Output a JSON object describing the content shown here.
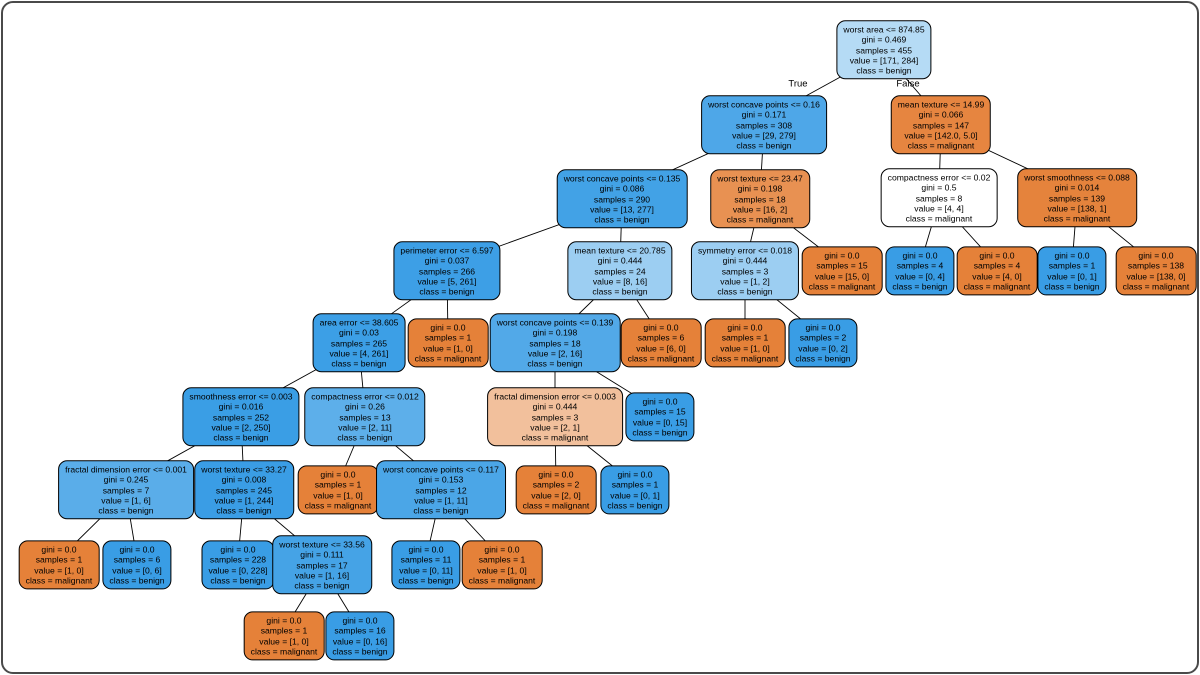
{
  "figure": {
    "background": "#ffffff",
    "frame_color": "#4a4a4a",
    "edge_color": "#000000",
    "text_color": "#000000"
  },
  "palette": {
    "malignant": "#e58139",
    "benign": "#399de5",
    "undecided": "#ffffff"
  },
  "tree": {
    "nodes": [
      {
        "id": "n0",
        "fill": "#b5dbf5",
        "lines": [
          "worst area <= 874.85",
          "gini = 0.469",
          "samples = 455",
          "value = [171, 284]",
          "class = benign"
        ]
      },
      {
        "id": "n1",
        "fill": "#4ea7e8",
        "lines": [
          "worst concave points <= 0.16",
          "gini = 0.171",
          "samples = 308",
          "value = [29, 279]",
          "class = benign"
        ]
      },
      {
        "id": "n2",
        "fill": "#42a2e6",
        "lines": [
          "worst concave points <= 0.135",
          "gini = 0.086",
          "samples = 290",
          "value = [13, 277]",
          "class = benign"
        ]
      },
      {
        "id": "n3",
        "fill": "#3d9fe6",
        "lines": [
          "perimeter error <= 6.597",
          "gini = 0.037",
          "samples = 266",
          "value = [5, 261]",
          "class = benign"
        ]
      },
      {
        "id": "n4",
        "fill": "#3c9fe6",
        "lines": [
          "area error <= 38.605",
          "gini = 0.03",
          "samples = 265",
          "value = [4, 261]",
          "class = benign"
        ]
      },
      {
        "id": "n5",
        "fill": "#3a9ee5",
        "lines": [
          "smoothness error <= 0.003",
          "gini = 0.016",
          "samples = 252",
          "value = [2, 250]",
          "class = benign"
        ]
      },
      {
        "id": "n6",
        "fill": "#5aade9",
        "lines": [
          "fractal dimension error <= 0.001",
          "gini = 0.245",
          "samples = 7",
          "value = [1, 6]",
          "class = benign"
        ]
      },
      {
        "id": "n7",
        "fill": "#e58139",
        "lines": [
          "gini = 0.0",
          "samples = 1",
          "value = [1, 0]",
          "class = malignant"
        ]
      },
      {
        "id": "n8",
        "fill": "#399de5",
        "lines": [
          "gini = 0.0",
          "samples = 6",
          "value = [0, 6]",
          "class = benign"
        ]
      },
      {
        "id": "n9",
        "fill": "#3a9de5",
        "lines": [
          "worst texture <= 33.27",
          "gini = 0.008",
          "samples = 245",
          "value = [1, 244]",
          "class = benign"
        ]
      },
      {
        "id": "n10",
        "fill": "#399de5",
        "lines": [
          "gini = 0.0",
          "samples = 228",
          "value = [0, 228]",
          "class = benign"
        ]
      },
      {
        "id": "n11",
        "fill": "#45a3e6",
        "lines": [
          "worst texture <= 33.56",
          "gini = 0.111",
          "samples = 17",
          "value = [1, 16]",
          "class = benign"
        ]
      },
      {
        "id": "n12",
        "fill": "#e58139",
        "lines": [
          "gini = 0.0",
          "samples = 1",
          "value = [1, 0]",
          "class = malignant"
        ]
      },
      {
        "id": "n13",
        "fill": "#399de5",
        "lines": [
          "gini = 0.0",
          "samples = 16",
          "value = [0, 16]",
          "class = benign"
        ]
      },
      {
        "id": "n14",
        "fill": "#5dafea",
        "lines": [
          "compactness error <= 0.012",
          "gini = 0.26",
          "samples = 13",
          "value = [2, 11]",
          "class = benign"
        ]
      },
      {
        "id": "n15",
        "fill": "#e58139",
        "lines": [
          "gini = 0.0",
          "samples = 1",
          "value = [1, 0]",
          "class = malignant"
        ]
      },
      {
        "id": "n16",
        "fill": "#4ba6e7",
        "lines": [
          "worst concave points <= 0.117",
          "gini = 0.153",
          "samples = 12",
          "value = [1, 11]",
          "class = benign"
        ]
      },
      {
        "id": "n17",
        "fill": "#399de5",
        "lines": [
          "gini = 0.0",
          "samples = 11",
          "value = [0, 11]",
          "class = benign"
        ]
      },
      {
        "id": "n18",
        "fill": "#e58139",
        "lines": [
          "gini = 0.0",
          "samples = 1",
          "value = [1, 0]",
          "class = malignant"
        ]
      },
      {
        "id": "n19",
        "fill": "#e58139",
        "lines": [
          "gini = 0.0",
          "samples = 1",
          "value = [1, 0]",
          "class = malignant"
        ]
      },
      {
        "id": "n20",
        "fill": "#9ccef2",
        "lines": [
          "mean texture <= 20.785",
          "gini = 0.444",
          "samples = 24",
          "value = [8, 16]",
          "class = benign"
        ]
      },
      {
        "id": "n21",
        "fill": "#52a9e8",
        "lines": [
          "worst concave points <= 0.139",
          "gini = 0.198",
          "samples = 18",
          "value = [2, 16]",
          "class = benign"
        ]
      },
      {
        "id": "n22",
        "fill": "#f2c09c",
        "lines": [
          "fractal dimension error <= 0.003",
          "gini = 0.444",
          "samples = 3",
          "value = [2, 1]",
          "class = malignant"
        ]
      },
      {
        "id": "n23",
        "fill": "#e58139",
        "lines": [
          "gini = 0.0",
          "samples = 2",
          "value = [2, 0]",
          "class = malignant"
        ]
      },
      {
        "id": "n24",
        "fill": "#399de5",
        "lines": [
          "gini = 0.0",
          "samples = 1",
          "value = [0, 1]",
          "class = benign"
        ]
      },
      {
        "id": "n25",
        "fill": "#399de5",
        "lines": [
          "gini = 0.0",
          "samples = 15",
          "value = [0, 15]",
          "class = benign"
        ]
      },
      {
        "id": "n26",
        "fill": "#e58139",
        "lines": [
          "gini = 0.0",
          "samples = 6",
          "value = [6, 0]",
          "class = malignant"
        ]
      },
      {
        "id": "n27",
        "fill": "#e89152",
        "lines": [
          "worst texture <= 23.47",
          "gini = 0.198",
          "samples = 18",
          "value = [16, 2]",
          "class = malignant"
        ]
      },
      {
        "id": "n28",
        "fill": "#9ccef2",
        "lines": [
          "symmetry error <= 0.018",
          "gini = 0.444",
          "samples = 3",
          "value = [1, 2]",
          "class = benign"
        ]
      },
      {
        "id": "n29",
        "fill": "#e58139",
        "lines": [
          "gini = 0.0",
          "samples = 1",
          "value = [1, 0]",
          "class = malignant"
        ]
      },
      {
        "id": "n30",
        "fill": "#399de5",
        "lines": [
          "gini = 0.0",
          "samples = 2",
          "value = [0, 2]",
          "class = benign"
        ]
      },
      {
        "id": "n31",
        "fill": "#e58139",
        "lines": [
          "gini = 0.0",
          "samples = 15",
          "value = [15, 0]",
          "class = malignant"
        ]
      },
      {
        "id": "n32",
        "fill": "#e68540",
        "lines": [
          "mean texture <= 14.99",
          "gini = 0.066",
          "samples = 147",
          "value = [142.0, 5.0]",
          "class = malignant"
        ]
      },
      {
        "id": "n33",
        "fill": "#ffffff",
        "lines": [
          "compactness error <= 0.02",
          "gini = 0.5",
          "samples = 8",
          "value = [4, 4]",
          "class = malignant"
        ]
      },
      {
        "id": "n34",
        "fill": "#399de5",
        "lines": [
          "gini = 0.0",
          "samples = 4",
          "value = [0, 4]",
          "class = benign"
        ]
      },
      {
        "id": "n35",
        "fill": "#e58139",
        "lines": [
          "gini = 0.0",
          "samples = 4",
          "value = [4, 0]",
          "class = malignant"
        ]
      },
      {
        "id": "n36",
        "fill": "#e5833c",
        "lines": [
          "worst smoothness <= 0.088",
          "gini = 0.014",
          "samples = 139",
          "value = [138, 1]",
          "class = malignant"
        ]
      },
      {
        "id": "n37",
        "fill": "#399de5",
        "lines": [
          "gini = 0.0",
          "samples = 1",
          "value = [0, 1]",
          "class = benign"
        ]
      },
      {
        "id": "n38",
        "fill": "#e58139",
        "lines": [
          "gini = 0.0",
          "samples = 138",
          "value = [138, 0]",
          "class = malignant"
        ]
      }
    ],
    "edges": [
      {
        "from": "n0",
        "to": "n1",
        "label": "True"
      },
      {
        "from": "n0",
        "to": "n32",
        "label": "False"
      },
      {
        "from": "n1",
        "to": "n2"
      },
      {
        "from": "n1",
        "to": "n27"
      },
      {
        "from": "n2",
        "to": "n3"
      },
      {
        "from": "n2",
        "to": "n20"
      },
      {
        "from": "n3",
        "to": "n4"
      },
      {
        "from": "n3",
        "to": "n19"
      },
      {
        "from": "n4",
        "to": "n5"
      },
      {
        "from": "n4",
        "to": "n14"
      },
      {
        "from": "n5",
        "to": "n6"
      },
      {
        "from": "n5",
        "to": "n9"
      },
      {
        "from": "n6",
        "to": "n7"
      },
      {
        "from": "n6",
        "to": "n8"
      },
      {
        "from": "n9",
        "to": "n10"
      },
      {
        "from": "n9",
        "to": "n11"
      },
      {
        "from": "n11",
        "to": "n12"
      },
      {
        "from": "n11",
        "to": "n13"
      },
      {
        "from": "n14",
        "to": "n15"
      },
      {
        "from": "n14",
        "to": "n16"
      },
      {
        "from": "n16",
        "to": "n17"
      },
      {
        "from": "n16",
        "to": "n18"
      },
      {
        "from": "n20",
        "to": "n21"
      },
      {
        "from": "n20",
        "to": "n26"
      },
      {
        "from": "n21",
        "to": "n22"
      },
      {
        "from": "n21",
        "to": "n25"
      },
      {
        "from": "n22",
        "to": "n23"
      },
      {
        "from": "n22",
        "to": "n24"
      },
      {
        "from": "n27",
        "to": "n28"
      },
      {
        "from": "n27",
        "to": "n31"
      },
      {
        "from": "n28",
        "to": "n29"
      },
      {
        "from": "n28",
        "to": "n30"
      },
      {
        "from": "n32",
        "to": "n33"
      },
      {
        "from": "n32",
        "to": "n36"
      },
      {
        "from": "n33",
        "to": "n34"
      },
      {
        "from": "n33",
        "to": "n35"
      },
      {
        "from": "n36",
        "to": "n37"
      },
      {
        "from": "n36",
        "to": "n38"
      }
    ]
  }
}
